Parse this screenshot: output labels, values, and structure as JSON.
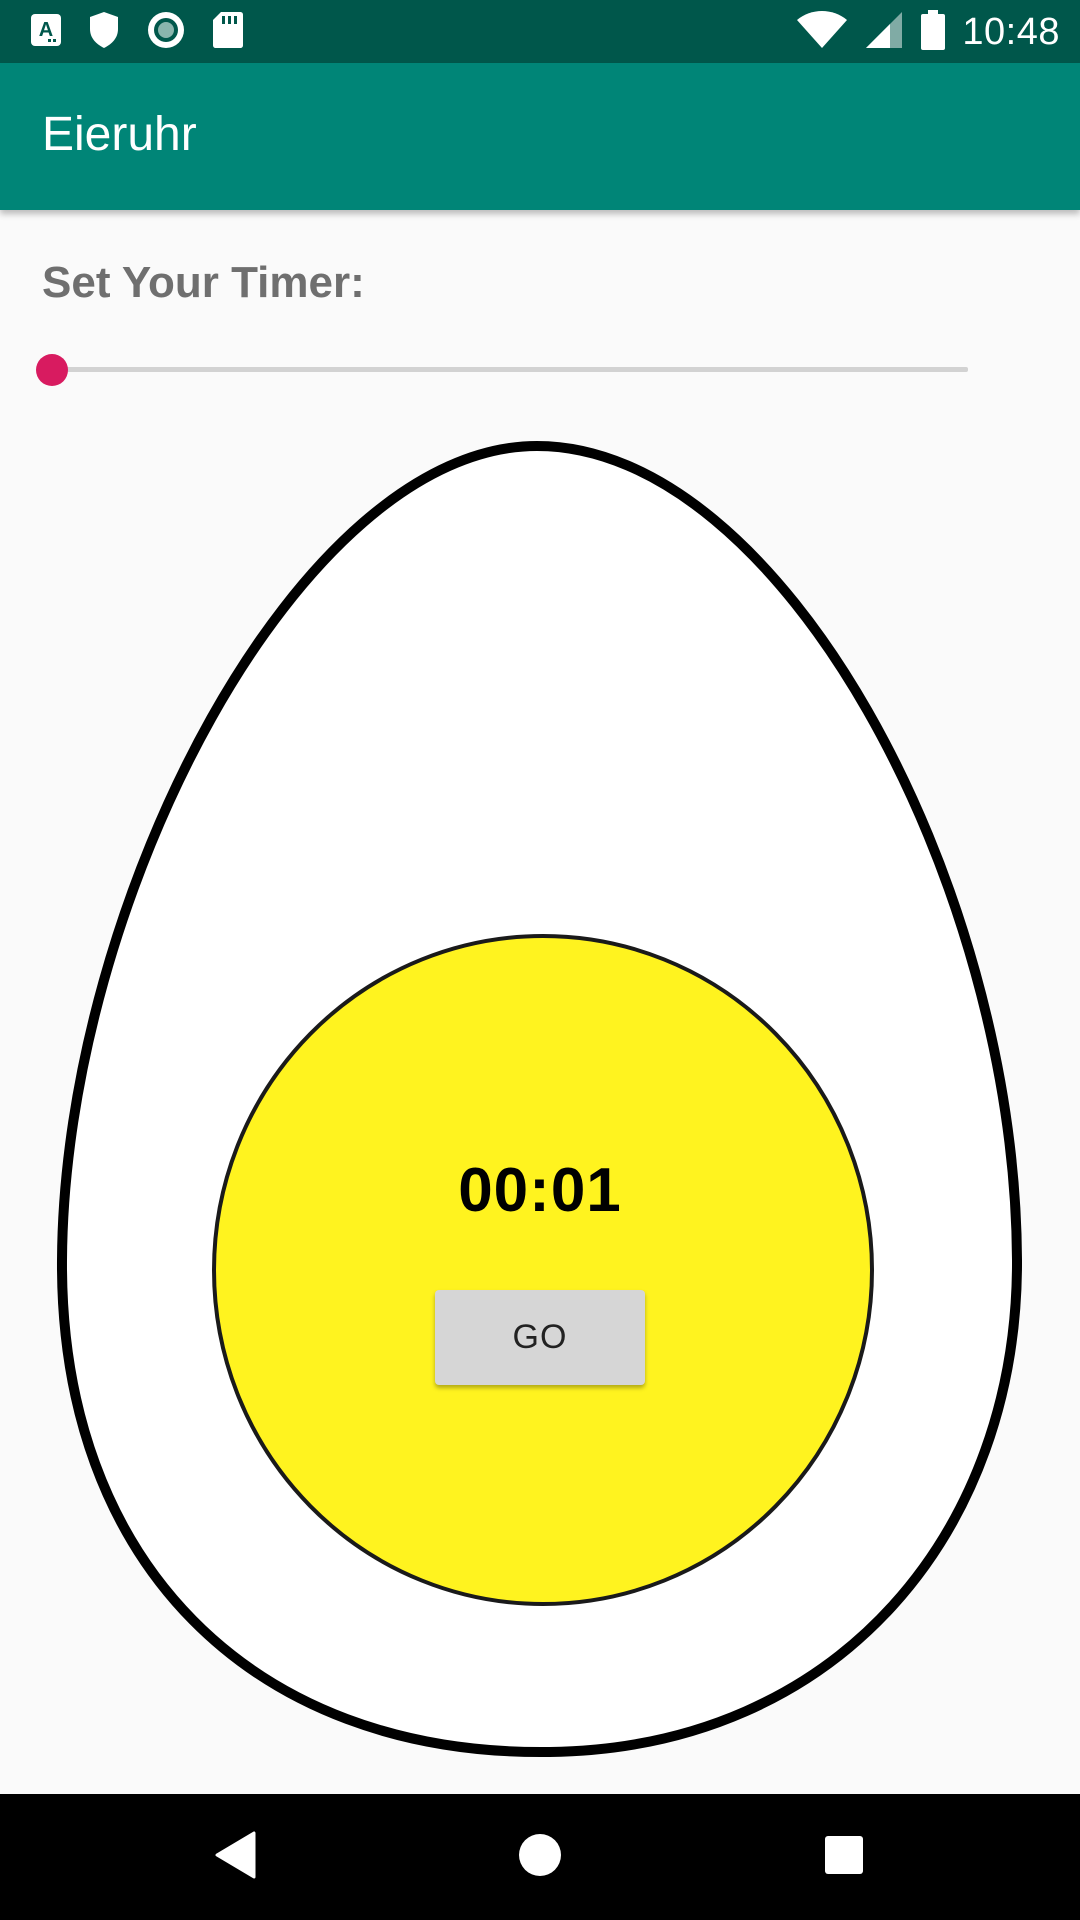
{
  "status_bar": {
    "time": "10:48",
    "icons": [
      "font-a-icon",
      "shield-icon",
      "record-icon",
      "sd-card-icon",
      "wifi-icon",
      "signal-icon",
      "battery-icon"
    ]
  },
  "app_bar": {
    "title": "Eieruhr"
  },
  "timer": {
    "label": "Set Your Timer:",
    "slider_value_fraction": 0,
    "display": "00:01",
    "go_label": "GO"
  },
  "colors": {
    "status_bar": "#00574b",
    "app_bar": "#008577",
    "accent": "#d81b60",
    "yolk": "#fff31f",
    "egg_white": "#ffffff",
    "background": "#fafafa"
  },
  "nav_bar": {
    "icons": [
      "back-icon",
      "home-icon",
      "recents-icon"
    ]
  }
}
